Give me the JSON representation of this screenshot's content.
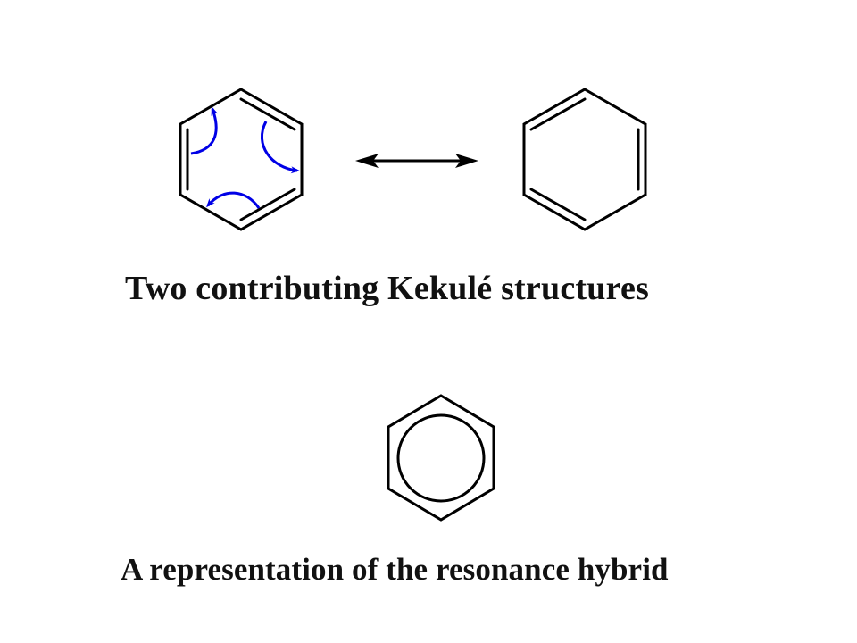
{
  "captions": {
    "kekule": "Two contributing Kekulé structures",
    "hybrid": "A representation of the resonance hybrid"
  },
  "colors": {
    "bond": "#000000",
    "curved_arrow": "#0000e6",
    "resonance_arrow": "#000000",
    "text": "#111111"
  },
  "structures": {
    "left": {
      "name": "kekule-structure-1",
      "double_bonds": [
        "left",
        "lower-right",
        "upper-right"
      ],
      "curved_arrows": 3
    },
    "right": {
      "name": "kekule-structure-2",
      "double_bonds": [
        "upper-left",
        "lower-left",
        "right"
      ]
    },
    "hybrid": {
      "name": "resonance-hybrid",
      "inner_circle": true
    }
  },
  "arrow": {
    "type": "double-headed resonance arrow"
  }
}
